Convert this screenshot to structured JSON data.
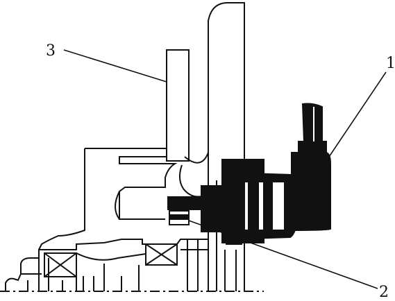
{
  "diagram": {
    "callouts": [
      {
        "id": "1",
        "label": "1"
      },
      {
        "id": "2",
        "label": "2"
      },
      {
        "id": "3",
        "label": "3"
      }
    ],
    "colors": {
      "ink": "#111111",
      "fill_dark": "#111111",
      "fill_light": "#ffffff"
    }
  }
}
